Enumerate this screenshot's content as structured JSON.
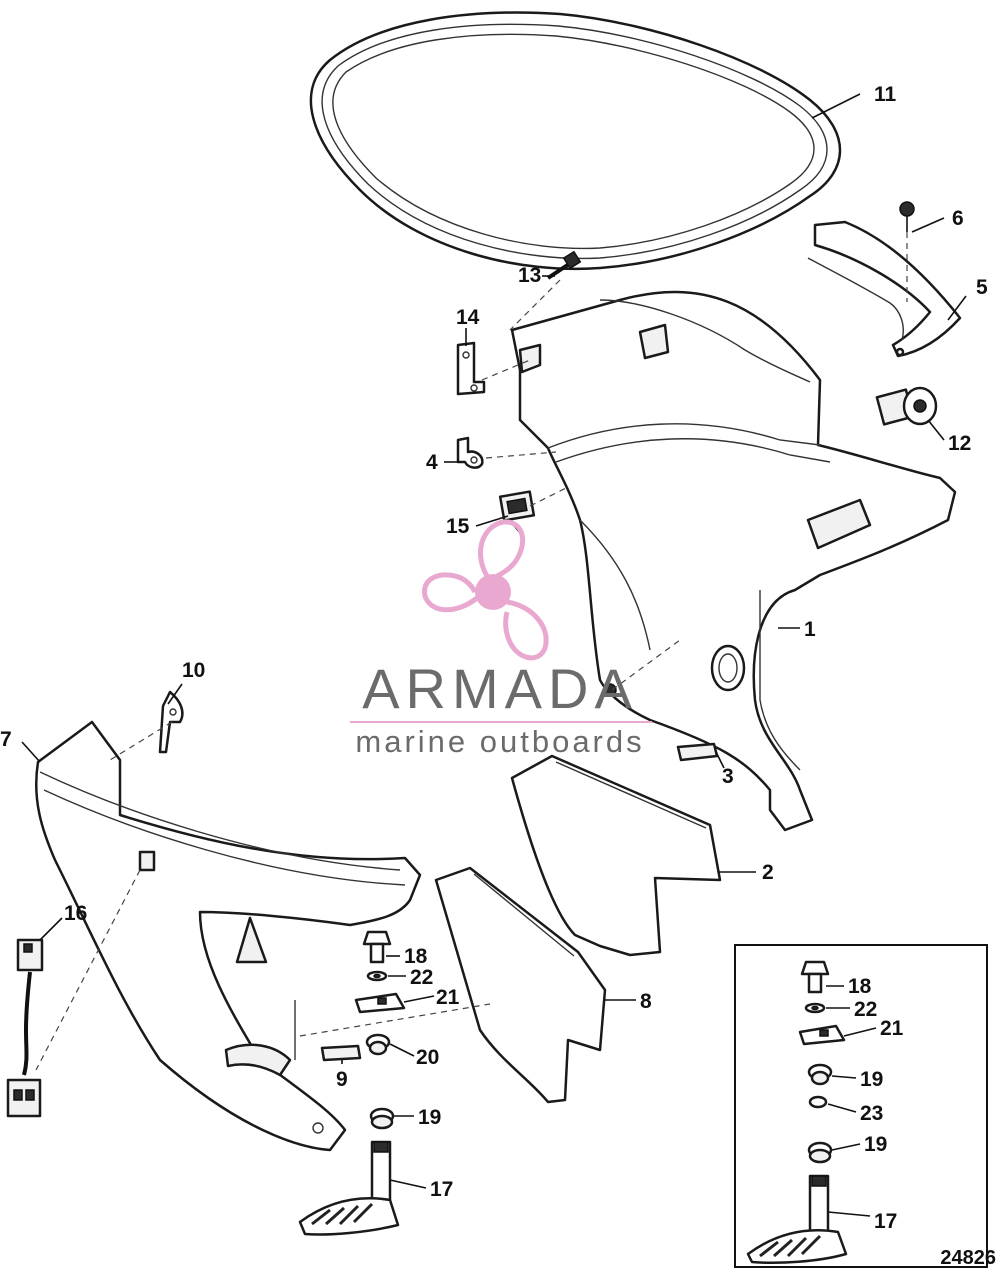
{
  "diagram": {
    "figure_number": "24826",
    "callouts": [
      {
        "id": "c11",
        "label": "11"
      },
      {
        "id": "c6",
        "label": "6"
      },
      {
        "id": "c5",
        "label": "5"
      },
      {
        "id": "c13",
        "label": "13"
      },
      {
        "id": "c14",
        "label": "14"
      },
      {
        "id": "c12",
        "label": "12"
      },
      {
        "id": "c4",
        "label": "4"
      },
      {
        "id": "c15",
        "label": "15"
      },
      {
        "id": "c1",
        "label": "1"
      },
      {
        "id": "c10",
        "label": "10"
      },
      {
        "id": "c7",
        "label": "7"
      },
      {
        "id": "c3",
        "label": "3"
      },
      {
        "id": "c2",
        "label": "2"
      },
      {
        "id": "c16",
        "label": "16"
      },
      {
        "id": "c18",
        "label": "18"
      },
      {
        "id": "c22",
        "label": "22"
      },
      {
        "id": "c21",
        "label": "21"
      },
      {
        "id": "c8",
        "label": "8"
      },
      {
        "id": "c20",
        "label": "20"
      },
      {
        "id": "c9",
        "label": "9"
      },
      {
        "id": "c19",
        "label": "19"
      },
      {
        "id": "c17",
        "label": "17"
      },
      {
        "id": "inset18",
        "label": "18"
      },
      {
        "id": "inset22",
        "label": "22"
      },
      {
        "id": "inset21",
        "label": "21"
      },
      {
        "id": "inset19a",
        "label": "19"
      },
      {
        "id": "inset23",
        "label": "23"
      },
      {
        "id": "inset19b",
        "label": "19"
      },
      {
        "id": "inset17",
        "label": "17"
      }
    ]
  },
  "watermark": {
    "brand": "ARMADA",
    "tagline": "marine outboards",
    "colors": {
      "text": "#6b6b6b",
      "accent": "#e9a8cf",
      "accent_dark": "#d98bbd"
    }
  }
}
